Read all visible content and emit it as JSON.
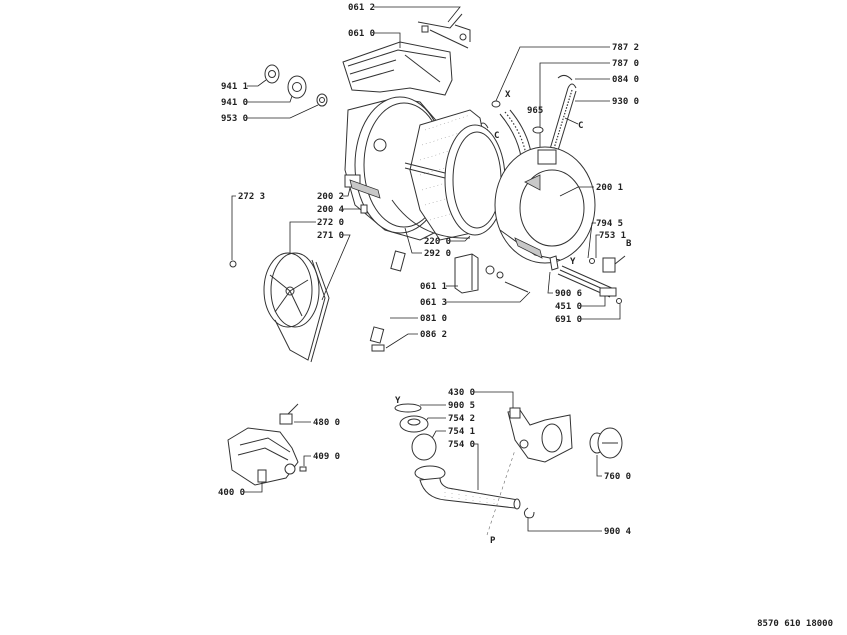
{
  "diagram": {
    "title": "Washing machine exploded parts diagram",
    "footer_code": "8570 610 18000",
    "part_labels": [
      {
        "id": "061-2",
        "text": "061 2"
      },
      {
        "id": "061-0",
        "text": "061 0"
      },
      {
        "id": "941-1",
        "text": "941 1"
      },
      {
        "id": "941-0",
        "text": "941 0"
      },
      {
        "id": "953-0",
        "text": "953 0"
      },
      {
        "id": "787-2",
        "text": "787 2"
      },
      {
        "id": "787-0",
        "text": "787 0"
      },
      {
        "id": "084-0",
        "text": "084 0"
      },
      {
        "id": "965",
        "text": "965"
      },
      {
        "id": "930-0",
        "text": "930 0"
      },
      {
        "id": "200-2",
        "text": "200 2"
      },
      {
        "id": "200-4",
        "text": "200 4"
      },
      {
        "id": "272-3",
        "text": "272 3"
      },
      {
        "id": "272-0",
        "text": "272 0"
      },
      {
        "id": "271-0",
        "text": "271 0"
      },
      {
        "id": "200-1",
        "text": "200 1"
      },
      {
        "id": "794-5",
        "text": "794 5"
      },
      {
        "id": "753-1",
        "text": "753 1"
      },
      {
        "id": "220-0",
        "text": "220 0"
      },
      {
        "id": "292-0",
        "text": "292 0"
      },
      {
        "id": "061-1",
        "text": "061 1"
      },
      {
        "id": "061-3",
        "text": "061 3"
      },
      {
        "id": "081-0",
        "text": "081 0"
      },
      {
        "id": "086-2",
        "text": "086 2"
      },
      {
        "id": "900-6",
        "text": "900 6"
      },
      {
        "id": "451-0",
        "text": "451 0"
      },
      {
        "id": "691-0",
        "text": "691 0"
      },
      {
        "id": "480-0",
        "text": "480 0"
      },
      {
        "id": "409-0",
        "text": "409 0"
      },
      {
        "id": "400-0",
        "text": "400 0"
      },
      {
        "id": "430-0",
        "text": "430 0"
      },
      {
        "id": "900-5",
        "text": "900 5"
      },
      {
        "id": "754-2",
        "text": "754 2"
      },
      {
        "id": "754-1",
        "text": "754 1"
      },
      {
        "id": "754-0",
        "text": "754 0"
      },
      {
        "id": "760-0",
        "text": "760 0"
      },
      {
        "id": "900-4",
        "text": "900 4"
      }
    ],
    "letter_markers": {
      "x": "X",
      "c1": "C",
      "c2": "C",
      "b": "B",
      "y1": "Y",
      "y2": "Y",
      "p": "P"
    }
  }
}
